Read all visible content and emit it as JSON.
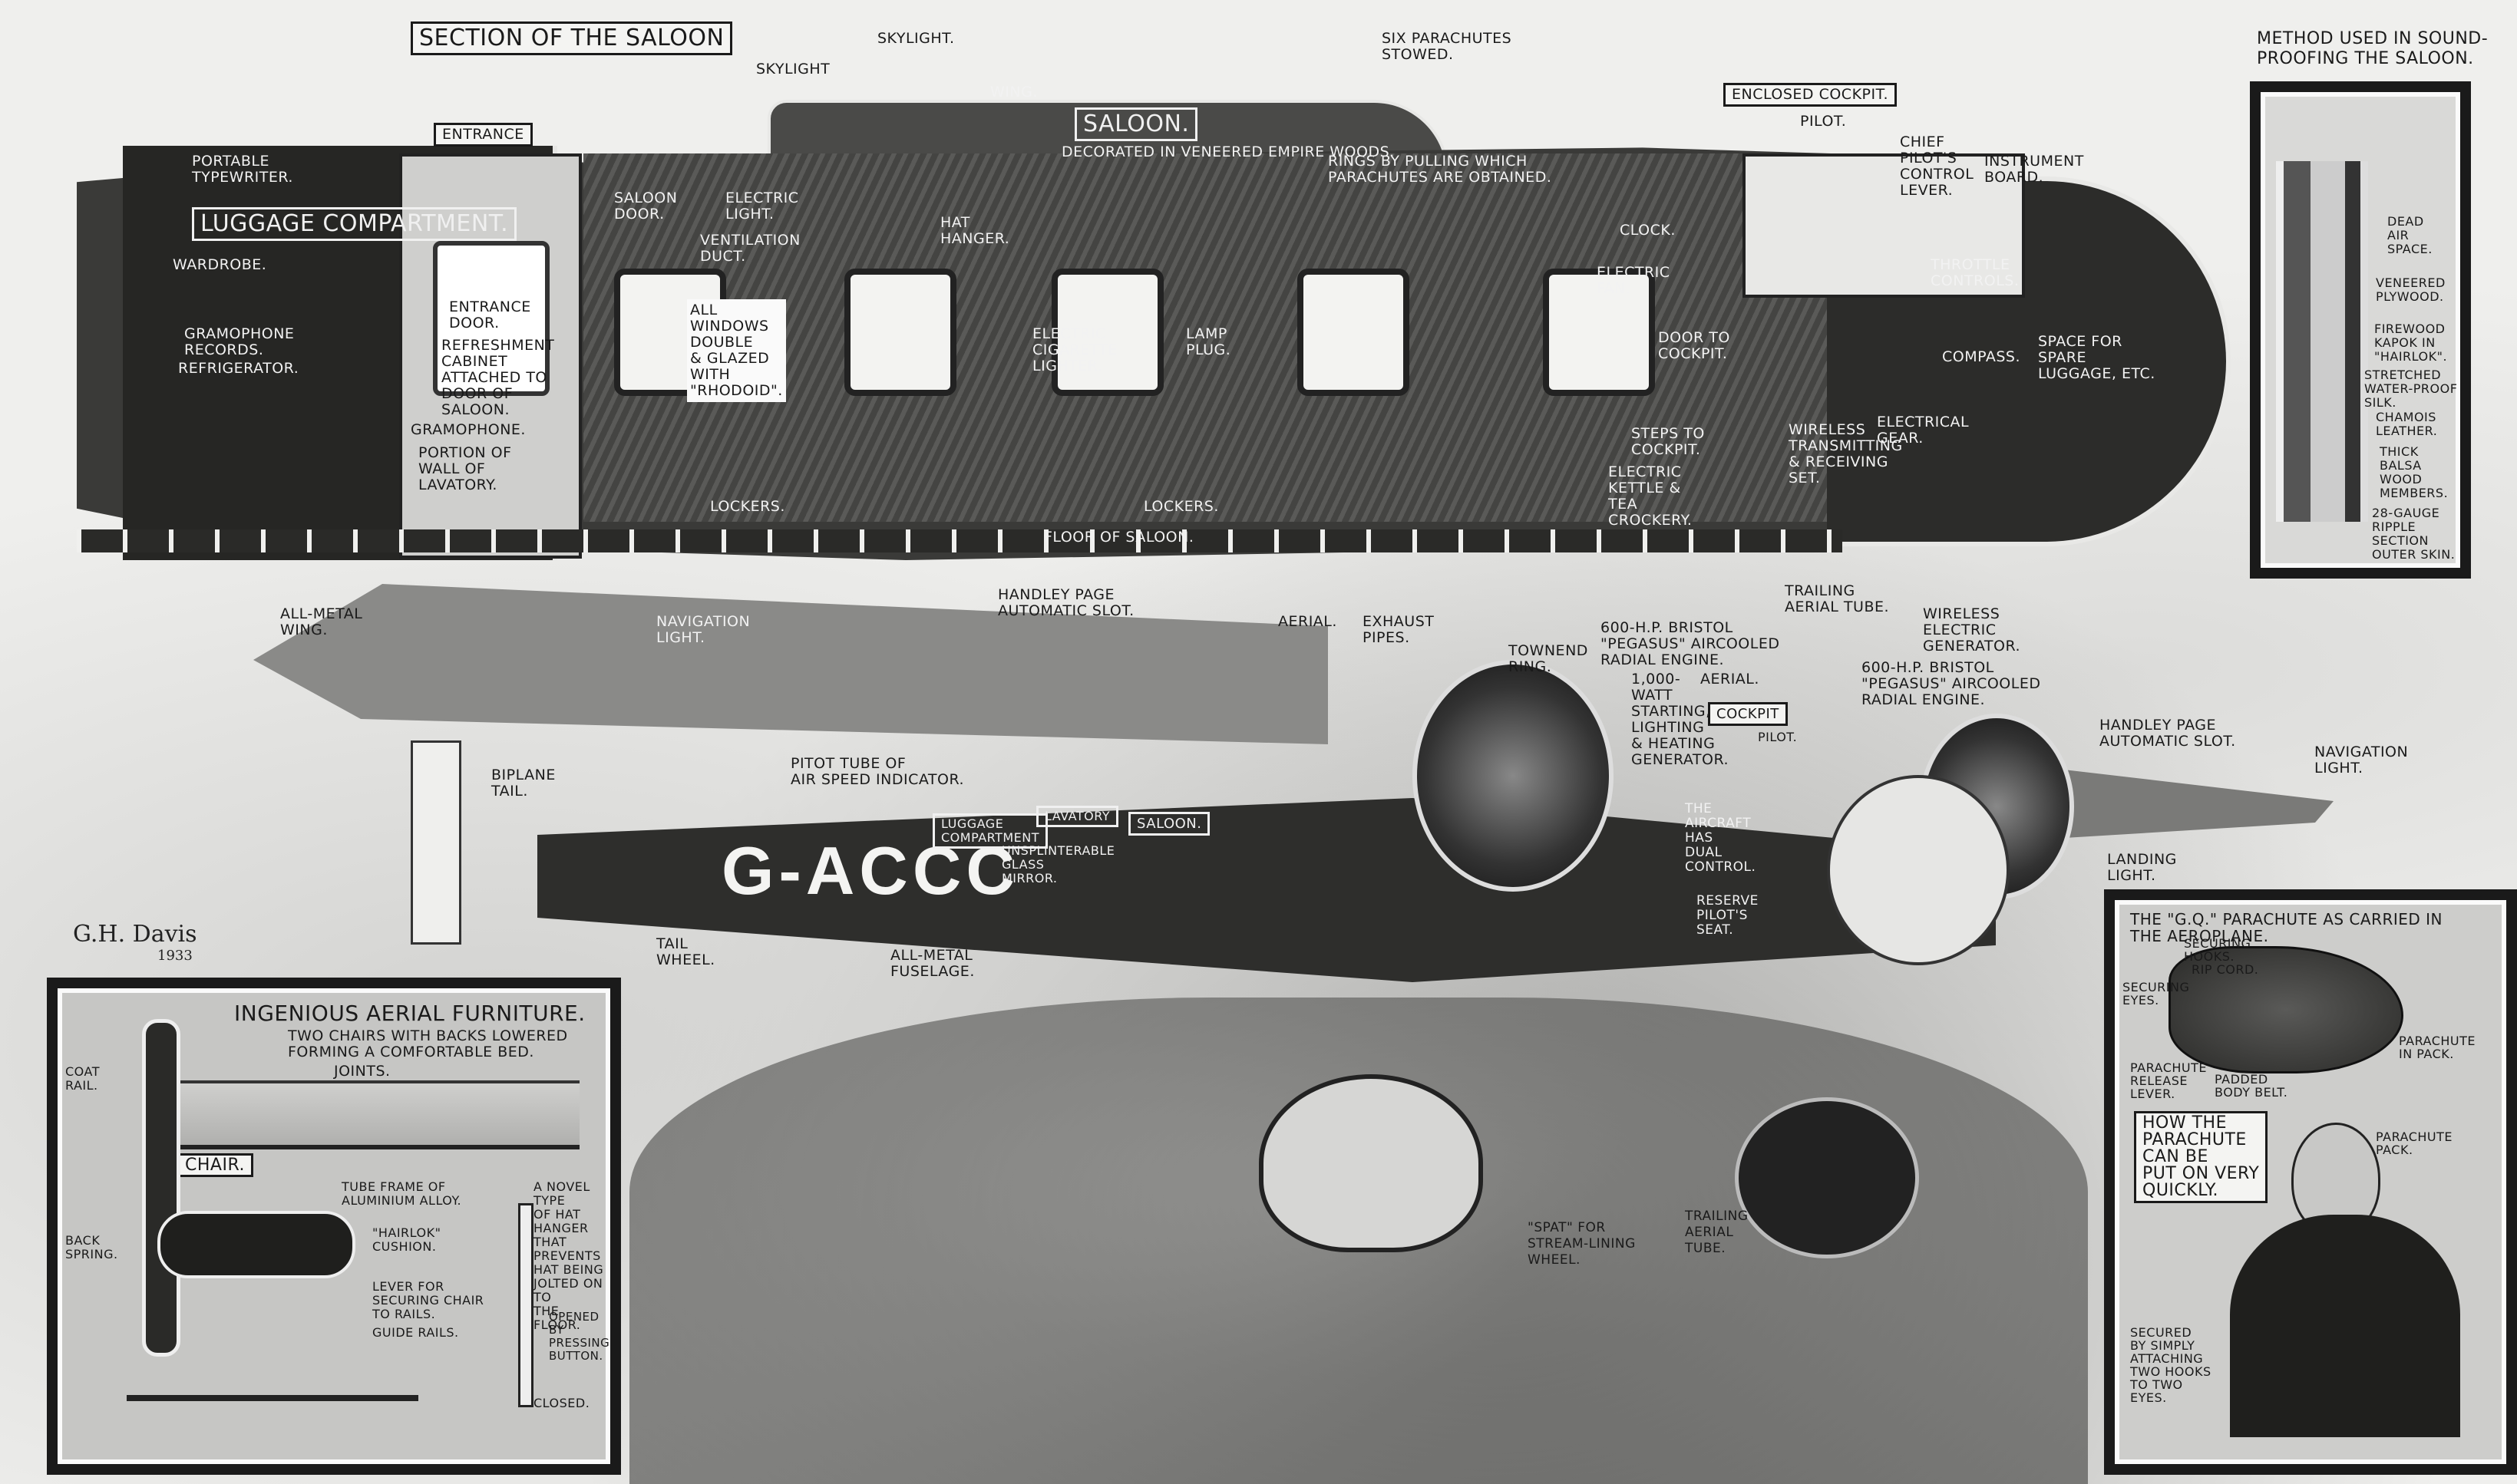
{
  "title": "Section of the Saloon",
  "artist_signature": {
    "name": "G.H. Davis",
    "year": "1933"
  },
  "aircraft_registration": "G-ACCC",
  "section": {
    "compartments": {
      "luggage": "Luggage Compartment.",
      "entrance": "Entrance",
      "saloon_title": "Saloon.",
      "saloon_subtitle": "Decorated in veneered Empire woods.",
      "cockpit": "Enclosed Cockpit."
    },
    "labels": {
      "skylight_1": "Skylight",
      "skylight_2": "Skylight.",
      "wing": "Wing.",
      "six_parachutes": "Six parachutes\nstowed.",
      "portable_typewriter": "Portable\ntypewriter.",
      "wardrobe": "Wardrobe.",
      "gramophone_records": "Gramophone\nrecords.",
      "refrigerator": "Refrigerator.",
      "entrance_door": "Entrance\ndoor.",
      "refreshment_cabinet": "Refreshment\ncabinet\nattached to\ndoor of\nsaloon.",
      "gramophone": "Gramophone.",
      "lavatory_wall": "Portion of\nwall of\nlavatory.",
      "saloon_door": "Saloon\ndoor.",
      "electric_light": "Electric\nlight.",
      "ventilation_duct": "Ventilation\nduct.",
      "hat_hanger": "Hat\nhanger.",
      "windows_note": "All\nwindows\ndouble\n& glazed\nwith\n\"Rhodoid\".",
      "lockers_1": "Lockers.",
      "lockers_2": "Lockers.",
      "cigarette_lighter": "Electric\ncigarette\nlighter.",
      "lamp_plug": "Lamp\nplug.",
      "floor_of_saloon": "Floor of saloon.",
      "parachute_rings": "Rings by pulling which\nparachutes are obtained.",
      "clock": "Clock.",
      "electric_fan": "Electric\nfan.",
      "door_to_cockpit": "Door to\ncockpit.",
      "steps_to_cockpit": "Steps to\ncockpit.",
      "kettle": "Electric\nkettle &\ntea\ncrockery.",
      "wireless_set": "Wireless\ntransmitting\n& receiving\nset.",
      "electrical_gear": "Electrical\ngear.",
      "pilot": "Pilot.",
      "chief_pilot_lever": "Chief\npilot's\ncontrol\nlever.",
      "instrument_board": "Instrument\nboard.",
      "throttle_controls": "Throttle\ncontrols.",
      "compass": "Compass.",
      "spare_luggage": "Space for\nspare\nluggage, etc.",
      "trailing_aerial_tube_top": "Trailing\naerial tube.",
      "wireless_generator": "Wireless\nelectric\ngenerator."
    }
  },
  "soundproofing": {
    "title": "Method used in sound-\nproofing the saloon.",
    "layers": [
      "Dead\nair\nspace.",
      "Veneered\nplywood.",
      "Firewood\nkapok in\n\"Hairlok\".",
      "Stretched\nwater-proof\nsilk.",
      "Chamois\nleather.",
      "Thick\nbalsa\nwood\nmembers.",
      "28-gauge\nripple\nsection\nouter skin."
    ]
  },
  "aircraft": {
    "labels": {
      "all_metal_wing": "All-metal\nwing.",
      "navigation_light_left": "Navigation\nlight.",
      "slot_left": "Handley Page\nautomatic slot.",
      "aerial_1": "Aerial.",
      "exhaust_pipes": "Exhaust\npipes.",
      "townend_ring": "Townend\nring.",
      "engine_left": "600-H.P. Bristol\n\"Pegasus\" aircooled\nradial engine.",
      "generator": "1,000-\nwatt\nstarting,\nlighting\n& heating\ngenerator.",
      "aerial_2": "Aerial.",
      "engine_right": "600-H.P. Bristol\n\"Pegasus\" aircooled\nradial engine.",
      "slot_right": "Handley Page\nautomatic slot.",
      "navigation_light_right": "Navigation\nlight.",
      "landing_light": "Landing\nlight.",
      "biplane_tail": "Biplane\ntail.",
      "pitot_tube": "Pitot tube of\nair speed indicator.",
      "tail_wheel": "Tail\nwheel.",
      "luggage_compartment": "Luggage\ncompartment",
      "lavatory": "Lavatory",
      "saloon": "Saloon.",
      "mirror": "Unsplinterable\nglass\nmirror.",
      "cockpit": "Cockpit",
      "cockpit_pilot": "Pilot.",
      "dual_control": "The\naircraft\nhas\ndual\ncontrol.",
      "reserve_pilot_seat": "Reserve\npilot's\nseat.",
      "all_metal_fuselage": "All-metal\nfuselage.",
      "spat": "\"Spat\" for\nstream-lining\nwheel.",
      "trailing_aerial_tube": "Trailing\naerial\ntube."
    }
  },
  "furniture_panel": {
    "title": "Ingenious aerial furniture.",
    "bed_caption": "Two chairs with backs lowered\nforming a comfortable bed.",
    "joints": "Joints.",
    "chair_heading": "Chair.",
    "coat_rail": "Coat\nrail.",
    "back_spring": "Back\nspring.",
    "tube_frame": "Tube frame of\naluminium alloy.",
    "cushion": "\"Hairlok\"\ncushion.",
    "lever": "Lever for\nsecuring chair\nto rails.",
    "guide_rails": "Guide rails.",
    "hat_hanger_caption": "A novel type\nof hat hanger\nthat prevents\nhat being\njolted on to\nthe floor.",
    "opened": "Opened by\npressing\nbutton.",
    "closed": "Closed."
  },
  "parachute_panel": {
    "title": "The \"G.Q.\" parachute as carried in\nthe aeroplane.",
    "securing_hooks": "Securing\nhooks.",
    "rip_cord": "Rip cord.",
    "securing_eyes": "Securing\neyes.",
    "parachute_in_pack": "Parachute\nin pack.",
    "release_lever": "Parachute\nrelease\nlever.",
    "body_belt": "Padded\nbody belt.",
    "how_to": "How the\nparachute\ncan be\nput on very\nquickly.",
    "parachute_pack": "Parachute\npack.",
    "secured_note": "Secured\nby simply\nattaching\ntwo hooks\nto two\neyes."
  },
  "colors": {
    "ink": "#1a1a1a",
    "paper": "#f3f3f1",
    "panel_grey": "#cdcdcb",
    "dark_interior": "#3a3a38"
  }
}
